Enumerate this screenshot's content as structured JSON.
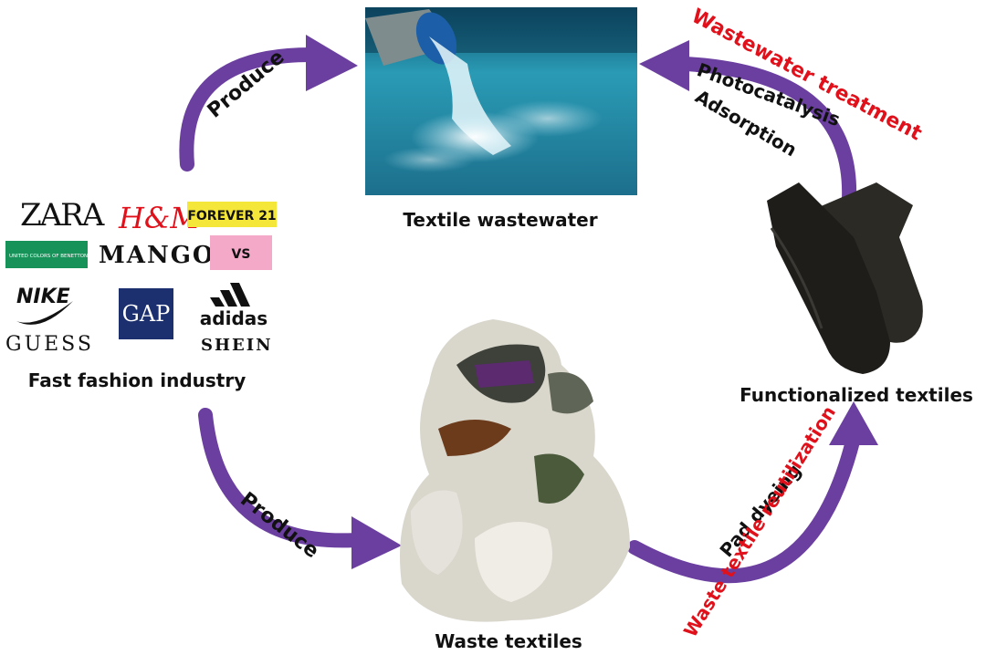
{
  "nodes": {
    "wastewater": "Textile wastewater",
    "fashion": "Fast fashion industry",
    "waste": "Waste textiles",
    "functional": "Functionalized textiles"
  },
  "arrows": {
    "produce_top": "Produce",
    "produce_bottom": "Produce",
    "pad_dyeing": "Pad dyeing",
    "photocatalysis": "Photocatalysis",
    "adsorption": "Adsorption"
  },
  "processes": {
    "wastewater_treatment": "Wastewater treatment",
    "reutilization": "Waste textile reutilization"
  },
  "brands": {
    "zara": "ZARA",
    "hm": "H&M",
    "forever21": "FOREVER 21",
    "benetton": "UNITED COLORS OF BENETTON",
    "mango": "MANGO",
    "victorias_secret": "VS",
    "nike": "NIKE",
    "gap": "GAP",
    "adidas": "adidas",
    "guess": "GUESS",
    "shein": "SHEIN"
  },
  "colors": {
    "arrow": "#6b3fa0",
    "accent_red": "#e0111b",
    "water": "#2a9bb5",
    "forever21_bg": "#f5e63a",
    "benetton_bg": "#17935a",
    "gap_bg": "#1c2f6e",
    "vs_bg": "#f4a9c8"
  }
}
